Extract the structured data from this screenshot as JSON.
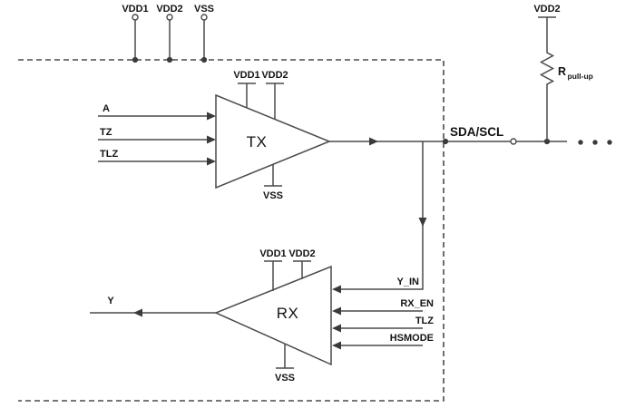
{
  "colors": {
    "background": "#ffffff",
    "line": "#4a4a4a",
    "text": "#131313"
  },
  "top_supply_pins": {
    "labels": [
      "VDD1",
      "VDD2",
      "VSS"
    ]
  },
  "tx_block": {
    "label": "TX",
    "inputs": [
      "A",
      "TZ",
      "TLZ"
    ],
    "top_pins": [
      "VDD1",
      "VDD2"
    ],
    "bottom_pin": "VSS"
  },
  "rx_block": {
    "label": "RX",
    "inputs": [
      "Y_IN",
      "RX_EN",
      "TLZ",
      "HSMODE"
    ],
    "top_pins": [
      "VDD1",
      "VDD2"
    ],
    "bottom_pin": "VSS",
    "output": "Y"
  },
  "bus": {
    "label": "SDA/SCL"
  },
  "pullup": {
    "supply_label": "VDD2",
    "resistor_label": "R",
    "resistor_subscript": "pull-up"
  }
}
